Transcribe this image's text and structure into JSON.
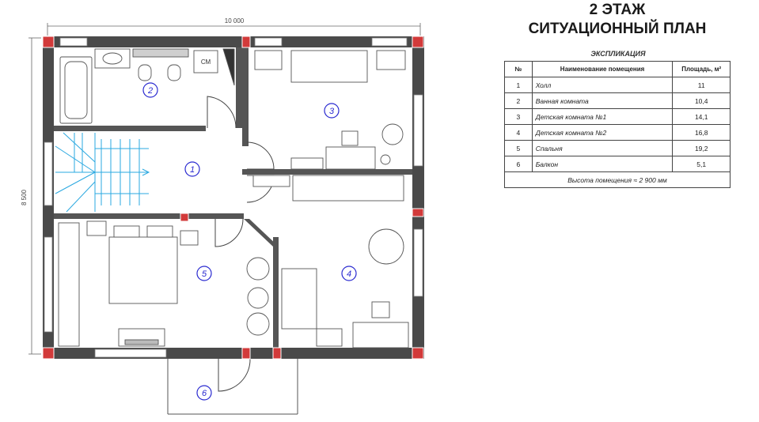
{
  "header": {
    "floor": "2 ЭТАЖ",
    "plan_title": "СИТУАЦИОННЫЙ ПЛАН"
  },
  "explication": {
    "caption": "ЭКСПЛИКАЦИЯ",
    "columns": [
      "№",
      "Наименование помещения",
      "Площадь, м²"
    ],
    "rows": [
      {
        "num": "1",
        "name": "Холл",
        "area": "11"
      },
      {
        "num": "2",
        "name": "Ванная комната",
        "area": "10,4"
      },
      {
        "num": "3",
        "name": "Детская комната №1",
        "area": "14,1"
      },
      {
        "num": "4",
        "name": "Детская комната №2",
        "area": "16,8"
      },
      {
        "num": "5",
        "name": "Спальня",
        "area": "19,2"
      },
      {
        "num": "6",
        "name": "Балкон",
        "area": "5,1"
      }
    ],
    "footer": "Высота помещения ≈ 2 900 мм"
  },
  "plan": {
    "width_dim": "10 000",
    "height_dim": "8 500",
    "wc_label": "СМ",
    "room_markers": [
      "1",
      "2",
      "3",
      "4",
      "5",
      "6"
    ],
    "colors": {
      "wall": "#4a4a4a",
      "marker": "#2a2ad0",
      "stairs": "#2aa8e0",
      "column": "#d23a3a"
    }
  }
}
